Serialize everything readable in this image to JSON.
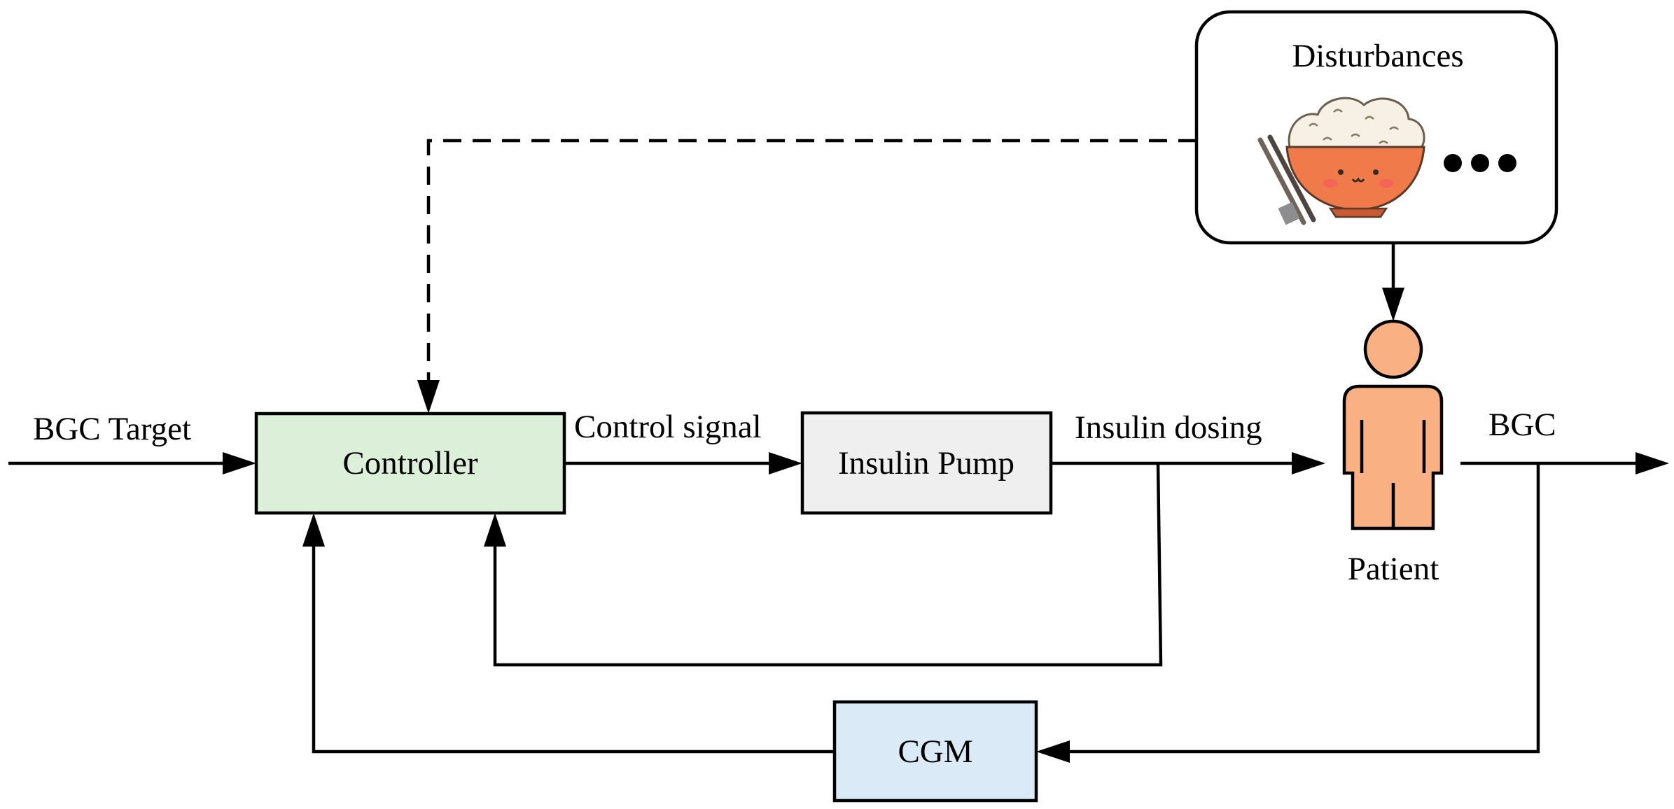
{
  "blocks": {
    "controller": {
      "label": "Controller",
      "fill": "#dcefd9"
    },
    "insulin_pump": {
      "label": "Insulin Pump",
      "fill": "#efefef"
    },
    "cgm": {
      "label": "CGM",
      "fill": "#daeaf7"
    },
    "disturbances": {
      "label": "Disturbances",
      "fill": "#ffffff"
    }
  },
  "patient": {
    "label": "Patient",
    "color": "#f9b083"
  },
  "signals": {
    "bgc_target": "BGC Target",
    "control_signal": "Control signal",
    "insulin_dosing": "Insulin dosing",
    "bgc": "BGC"
  },
  "icons": {
    "meal": "rice-bowl-with-chopsticks-icon",
    "more": "ellipsis-icon"
  },
  "colors": {
    "bowl": "#f07a4a",
    "rice": "#f6f1e4"
  }
}
